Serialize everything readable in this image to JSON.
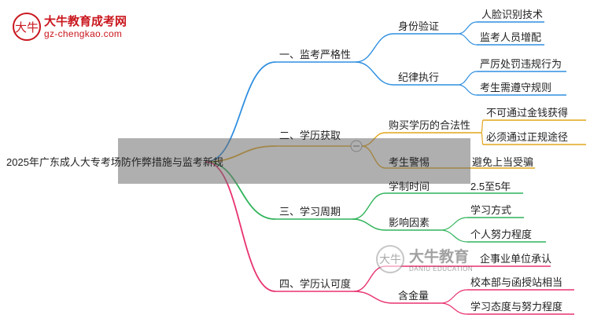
{
  "logo": {
    "mark": "大牛",
    "name": "大牛教育成考网",
    "url": "gz-chengkao.com"
  },
  "watermark": {
    "mark": "大牛",
    "name": "大牛教育",
    "subtitle": "DANIU EDUCATION"
  },
  "mindmap": {
    "root": "2025年广东成人大专考场防作弊措施与监考新规",
    "branches": [
      {
        "label": "一、监考严格性",
        "color": "#2f8fe0",
        "children": [
          {
            "label": "身份验证",
            "children": [
              "人脸识别技术",
              "监考人员增配"
            ]
          },
          {
            "label": "纪律执行",
            "children": [
              "严厉处罚违规行为",
              "考生需遵守规则"
            ]
          }
        ]
      },
      {
        "label": "二、学历获取",
        "color": "#e2a51a",
        "children": [
          {
            "label": "购买学历的合法性",
            "children": [
              "不可通过金钱获得",
              "必须通过正规途径"
            ]
          },
          {
            "label": "考生警惕",
            "children": [
              "避免上当受骗"
            ]
          }
        ]
      },
      {
        "label": "三、学习周期",
        "color": "#2fb35a",
        "children": [
          {
            "label": "学制时间",
            "children": [
              "2.5至5年"
            ]
          },
          {
            "label": "影响因素",
            "children": [
              "学习方式",
              "个人努力程度"
            ]
          }
        ]
      },
      {
        "label": "四、学历认可度",
        "color": "#e8326e",
        "children": [
          {
            "label": "",
            "children": [
              "企事业单位承认"
            ]
          },
          {
            "label": "含金量",
            "children": [
              "校本部与函授站相当",
              "学习态度与努力程度"
            ]
          }
        ]
      }
    ]
  }
}
